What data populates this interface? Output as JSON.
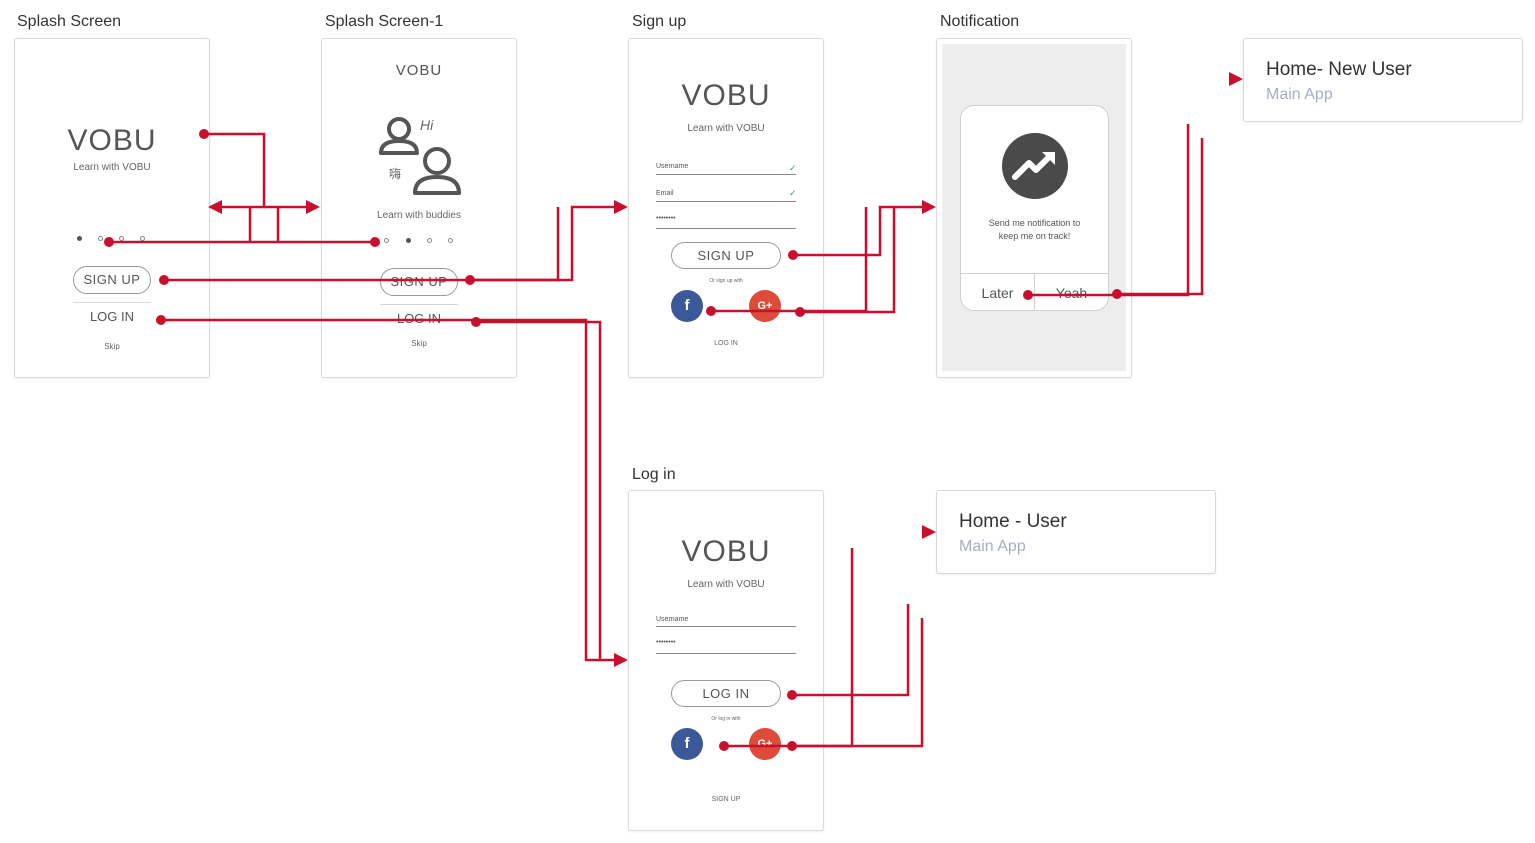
{
  "frames": {
    "splash": {
      "title": "Splash Screen",
      "logo": "VOBU",
      "tagline": "Learn with VOBU",
      "signup": "SIGN UP",
      "login": "LOG IN",
      "skip": "Skip"
    },
    "splash1": {
      "title": "Splash Screen-1",
      "logo": "VOBU",
      "hi": "Hi",
      "hello_glyph": "嗨",
      "caption": "Learn with buddies",
      "signup": "SIGN UP",
      "login": "LOG IN",
      "skip": "Skip"
    },
    "signup": {
      "title": "Sign up",
      "logo": "VOBU",
      "tagline": "Learn with VOBU",
      "username": "Username",
      "email": "Email",
      "password": "••••••••",
      "button": "SIGN UP",
      "or_text": "Or sign up with",
      "facebook": "f",
      "google": "G+",
      "login_link": "LOG IN"
    },
    "notification": {
      "title": "Notification",
      "message_line1": "Send me notification to",
      "message_line2": "keep me on track!",
      "later": "Later",
      "yeah": "Yeah"
    },
    "login": {
      "title": "Log in",
      "logo": "VOBU",
      "tagline": "Learn with VOBU",
      "username": "Username",
      "password": "••••••••",
      "button": "LOG IN",
      "or_text": "Or log in with",
      "facebook": "f",
      "google": "G+",
      "signup_link": "SIGN UP"
    }
  },
  "destinations": {
    "home_new_user": {
      "title": "Home- New User",
      "subtitle": "Main App"
    },
    "home_user": {
      "title": "Home - User",
      "subtitle": "Main App"
    }
  },
  "colors": {
    "link": "#c8102e",
    "accent_sub": "#a9adc0",
    "facebook": "#3b5998",
    "google": "#dd4b39"
  }
}
